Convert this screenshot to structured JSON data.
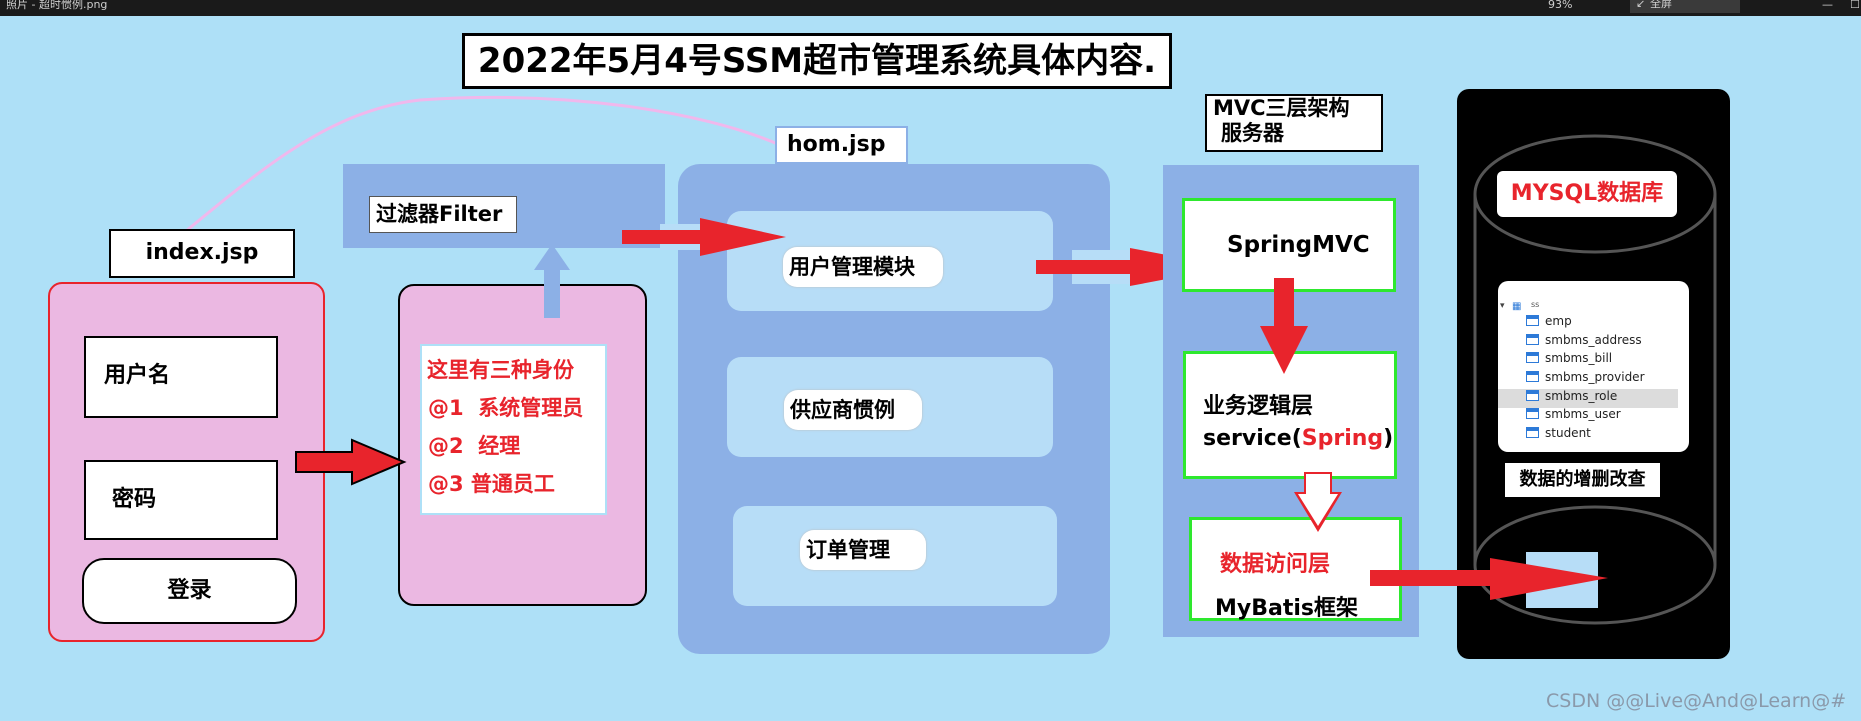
{
  "window": {
    "title": "照片 - 超时惯例.png",
    "zoom": "93%",
    "fullscreen_label": "全屏",
    "fullscreen_icon": "↙",
    "minimize_icon": "—",
    "maximize_icon": "☐"
  },
  "title": "2022年5月4号SSM超市管理系统具体内容.",
  "index_label": "index.jsp",
  "login": {
    "username": "用户名",
    "password": "密码",
    "login_button": "登录"
  },
  "filter_label": "过滤器Filter",
  "roles": {
    "heading": "这里有三种身份",
    "items": [
      "@1  系统管理员",
      "@2  经理",
      "@3 普通员工"
    ]
  },
  "home_label": "hom.jsp",
  "modules": {
    "user": "用户管理模块",
    "supplier": "供应商惯例",
    "order": "订单管理"
  },
  "mvc": {
    "title_line1": "MVC三层架构",
    "title_line2": "服务器",
    "springmvc": "SpringMVC",
    "service_line1": "业务逻辑层",
    "service_prefix": "service(",
    "service_spring": "Spring",
    "service_suffix": ")",
    "dao_line1": "数据访问层",
    "dao_line2": "MyBatis框架"
  },
  "db": {
    "title": "MYSQL数据库",
    "tree_root": "ss",
    "tables": [
      "emp",
      "smbms_address",
      "smbms_bill",
      "smbms_provider",
      "smbms_role",
      "smbms_user",
      "student"
    ],
    "selected_table": "smbms_role",
    "crud_label": "数据的增删改查"
  },
  "watermark": "CSDN @@Live@And@Learn@#",
  "colors": {
    "background": "#aee0f7",
    "panel_blue": "#8cb0e6",
    "pink": "#ebb8e2",
    "accent_red": "#e8242c",
    "green_border": "#2ee82e"
  }
}
